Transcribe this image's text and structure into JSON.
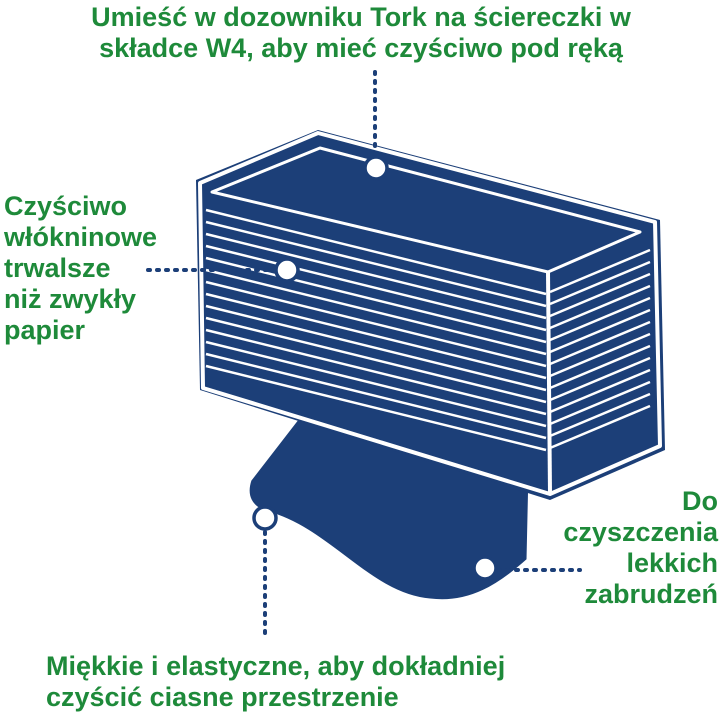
{
  "colors": {
    "navy": "#1c3f78",
    "green": "#1e8a3a",
    "outline": "#ffffff"
  },
  "callouts": {
    "top": {
      "lines": [
        "Umieść w dozowniku Tork na ściereczki w",
        "składce W4, aby mieć czyściwo pod ręką"
      ]
    },
    "left": {
      "lines": [
        "Czyściwo",
        "włókninowe",
        "trwalsze",
        "niż zwykły",
        "papier"
      ]
    },
    "right": {
      "lines": [
        "Do",
        "czyszczenia",
        "lekkich",
        "zabrudzeń"
      ]
    },
    "bottom": {
      "lines": [
        "Miękkie i elastyczne, aby dokładniej",
        "czyścić ciasne przestrzenie"
      ]
    }
  }
}
